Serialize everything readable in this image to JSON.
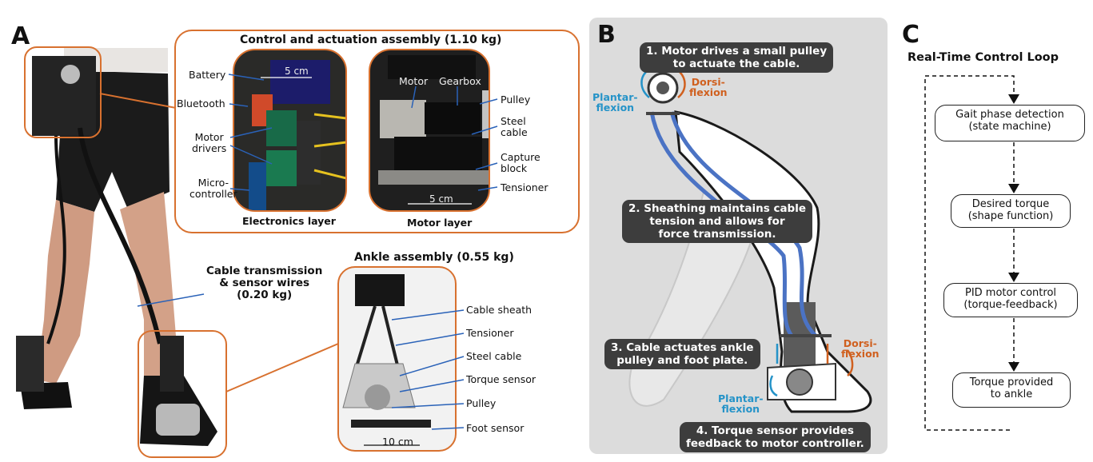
{
  "panels": {
    "a": "A",
    "b": "B",
    "c": "C"
  },
  "panel_a": {
    "control_title": "Control and actuation assembly (1.10 kg)",
    "electronics_labels": [
      "Battery",
      "Bluetooth",
      "Motor",
      "drivers",
      "Micro-",
      "controller"
    ],
    "electronics_scale": "5 cm",
    "electronics_layer": "Electronics layer",
    "motor_labels": [
      "Motor",
      "Gearbox"
    ],
    "motor_right_labels": [
      "Pulley",
      "Steel",
      "cable",
      "Capture",
      "block",
      "Tensioner"
    ],
    "motor_scale": "5 cm",
    "motor_layer": "Motor layer",
    "cable_title": [
      "Cable transmission",
      "& sensor wires",
      "(0.20 kg)"
    ],
    "ankle_title": "Ankle assembly (0.55 kg)",
    "ankle_labels": [
      "Cable sheath",
      "Tensioner",
      "Steel cable",
      "Torque sensor",
      "Pulley",
      "Foot sensor"
    ],
    "ankle_scale": "10 cm"
  },
  "panel_b": {
    "step1": [
      "1. Motor drives a small pulley",
      "to actuate the cable."
    ],
    "step2": [
      "2. Sheathing maintains cable",
      "tension and allows for",
      "force transmission."
    ],
    "step3": [
      "3. Cable actuates ankle",
      "pulley and foot plate."
    ],
    "step4": [
      "4. Torque sensor provides",
      "feedback to motor controller."
    ],
    "plantar_top": [
      "Plantar-",
      "flexion"
    ],
    "dorsi_top": [
      "Dorsi-",
      "flexion"
    ],
    "plantar_bottom": [
      "Plantar-",
      "flexion"
    ],
    "dorsi_bottom": [
      "Dorsi-",
      "flexion"
    ],
    "colors": {
      "blue": "#2593c8",
      "orange": "#d0601f",
      "callout": "#3d3d3d",
      "background": "#dcdcdc"
    }
  },
  "panel_c": {
    "title": "Real-Time Control Loop",
    "nodes": [
      [
        "Gait phase detection",
        "(state machine)"
      ],
      [
        "Desired torque",
        "(shape function)"
      ],
      [
        "PID motor control",
        "(torque-feedback)"
      ],
      [
        "Torque provided",
        "to ankle"
      ]
    ]
  }
}
